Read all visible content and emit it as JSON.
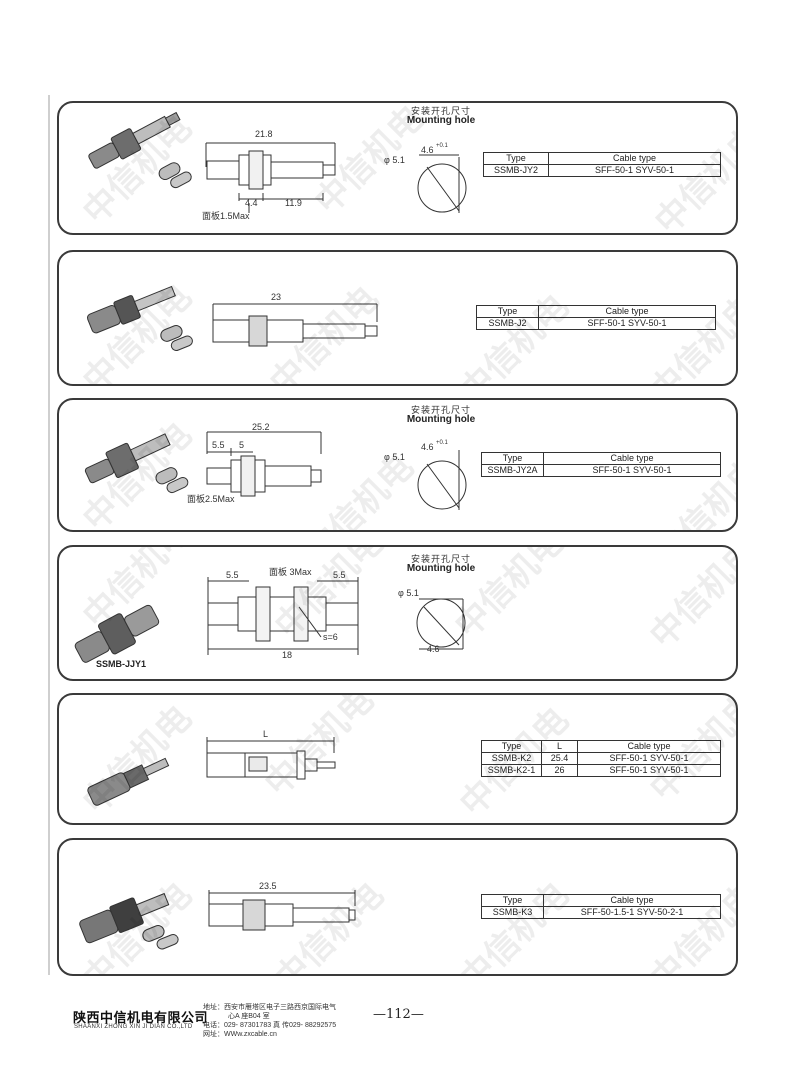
{
  "watermark_text": "中信机电",
  "mounting_hole": {
    "zh": "安装开孔尺寸",
    "en": "Mounting hole"
  },
  "panels": [
    {
      "id": "ssmb-jy2",
      "dims": {
        "overall": "21.8",
        "a": "4.4",
        "b": "11.9",
        "panel": "面板1.5Max",
        "hole_d": "φ 5.1",
        "hole_w": "4.6",
        "hole_tol": "+0.1"
      },
      "table": {
        "headers": [
          "Type",
          "Cable type"
        ],
        "rows": [
          [
            "SSMB-JY2",
            "SFF-50-1  SYV-50-1"
          ]
        ]
      }
    },
    {
      "id": "ssmb-j2",
      "dims": {
        "overall": "23"
      },
      "table": {
        "headers": [
          "Type",
          "Cable type"
        ],
        "rows": [
          [
            "SSMB-J2",
            "SFF-50-1  SYV-50-1"
          ]
        ]
      }
    },
    {
      "id": "ssmb-jy2a",
      "dims": {
        "overall": "25.2",
        "a": "5.5",
        "b": "5",
        "panel": "面板2.5Max",
        "hole_d": "φ 5.1",
        "hole_w": "4.6",
        "hole_tol": "+0.1"
      },
      "table": {
        "headers": [
          "Type",
          "Cable type"
        ],
        "rows": [
          [
            "SSMB-JY2A",
            "SFF-50-1  SYV-50-1"
          ]
        ]
      }
    },
    {
      "id": "ssmb-jjy1",
      "label": "SSMB-JJY1",
      "dims": {
        "left": "5.5",
        "panel": "面板  3Max",
        "right": "5.5",
        "overall": "18",
        "s": "s=6",
        "hole_d": "φ 5.1",
        "hole_w": "4.6"
      }
    },
    {
      "id": "ssmb-k2",
      "dims": {
        "overall": "L"
      },
      "table": {
        "headers": [
          "Type",
          "L",
          "Cable type"
        ],
        "rows": [
          [
            "SSMB-K2",
            "25.4",
            "SFF-50-1  SYV-50-1"
          ],
          [
            "SSMB-K2-1",
            "26",
            "SFF-50-1  SYV-50-1"
          ]
        ]
      }
    },
    {
      "id": "ssmb-k3",
      "dims": {
        "overall": "23.5"
      },
      "table": {
        "headers": [
          "Type",
          "Cable type"
        ],
        "rows": [
          [
            "SSMB-K3",
            "SFF-50-1.5-1   SYV-50-2-1"
          ]
        ]
      }
    }
  ],
  "footer": {
    "company_cn": "陕西中信机电有限公司",
    "company_en": "SHAANXI ZHONG XIN JI DIAN CO.,LTD",
    "address_1": "地址：西安市雁塔区电子三路西京国际电气",
    "address_2": "心A 座B04 室",
    "phone": "电话：029- 87301783      真 传029- 88292575",
    "web": "网址：WWw.zxcable.cn",
    "page_number": "—112—"
  }
}
